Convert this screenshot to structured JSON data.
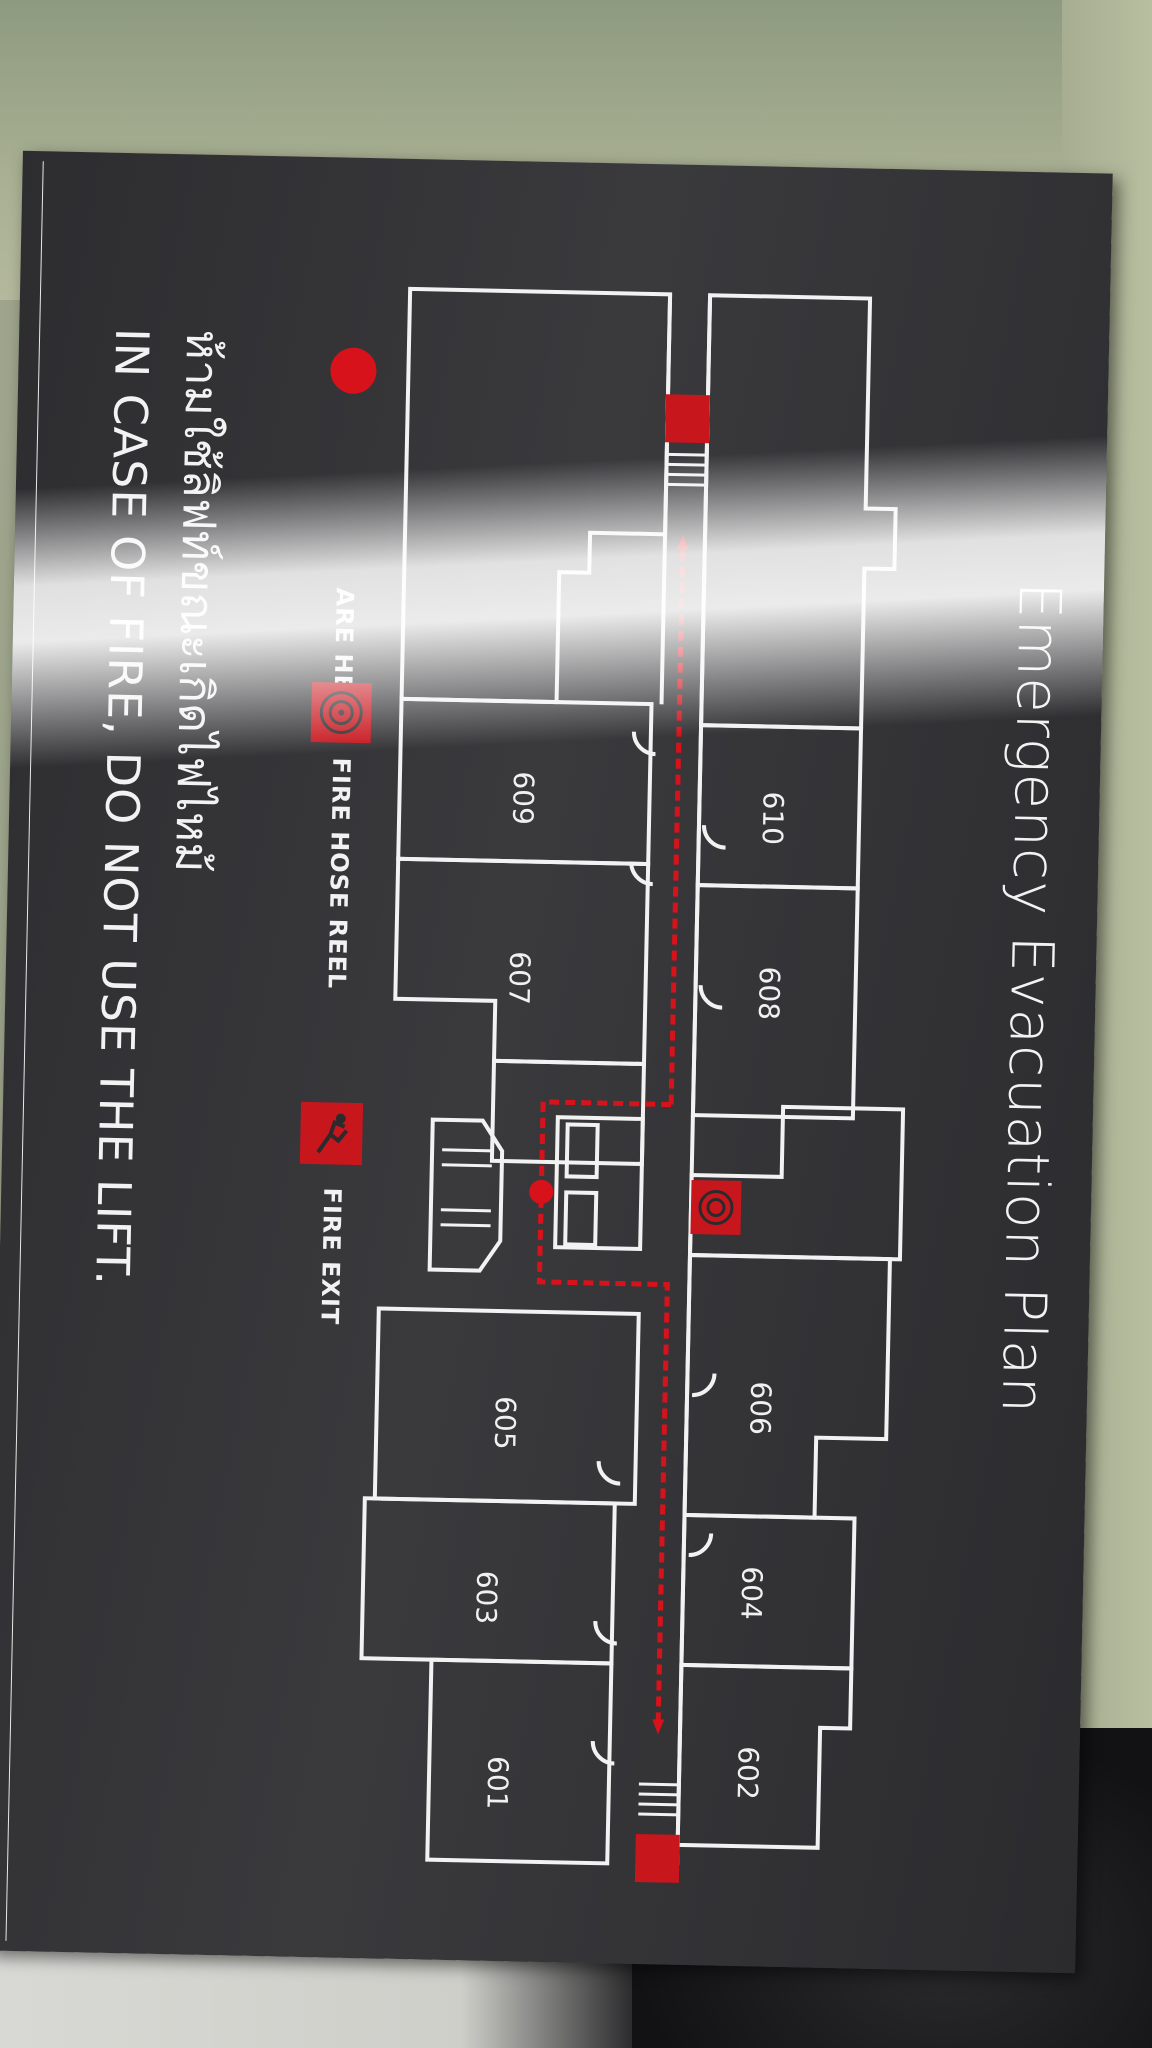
{
  "sign": {
    "title": "Emergency Evacuation Plan",
    "legend": {
      "you_are_here": "ARE HERE",
      "fire_hose_reel": "FIRE HOSE REEL",
      "fire_exit": "FIRE EXIT"
    },
    "thai_notice": "ห้ามใช้ลิฟท์ขณะเกิดไฟไหม้",
    "english_notice": "IN CASE OF FIRE, DO NOT USE THE LIFT.",
    "rooms": [
      "601",
      "602",
      "603",
      "604",
      "605",
      "606",
      "607",
      "608",
      "609",
      "610"
    ],
    "colors": {
      "accent": "#d8121b",
      "panel": "#313134",
      "lines": "#f2f2f2"
    }
  }
}
